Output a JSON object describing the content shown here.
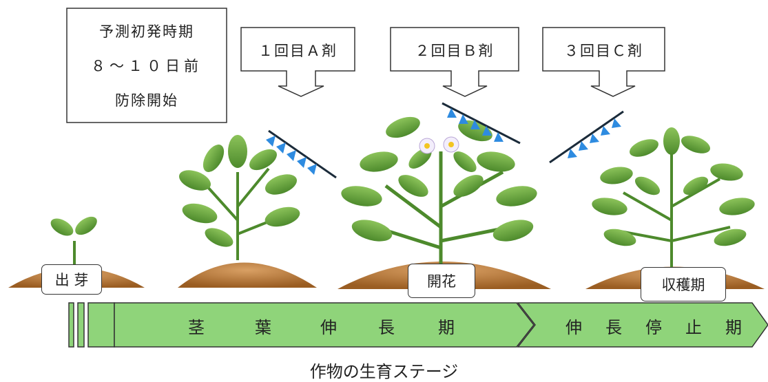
{
  "forecast_box": {
    "line1": "予測初発時期",
    "line2": "８〜１０日前",
    "line3": "防除開始"
  },
  "sprays": [
    {
      "label": "１回目Ａ剤"
    },
    {
      "label": "２回目Ｂ剤"
    },
    {
      "label": "３回目Ｃ剤"
    }
  ],
  "stages": {
    "emergence": "出 芽",
    "flowering": "開花",
    "harvest": "収穫期"
  },
  "timeline": {
    "growth": [
      "茎",
      "葉",
      "伸",
      "長",
      "期"
    ],
    "stop": [
      "伸",
      "長",
      "停",
      "止",
      "期"
    ]
  },
  "caption": "作物の生育ステージ",
  "colors": {
    "bar_fill": "#8fd47a",
    "leaf": "#5c9a3a",
    "leaf_dark": "#3f7a28",
    "soil": "#c68744",
    "spray": "#2e8be0"
  }
}
